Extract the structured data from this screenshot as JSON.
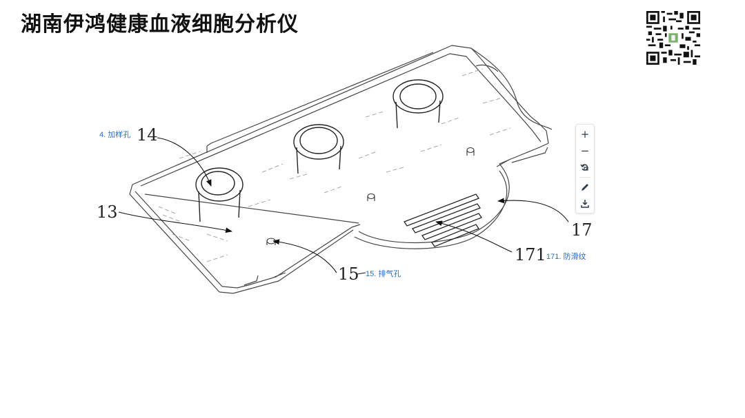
{
  "slide": {
    "title": "湖南伊鸿健康血液细胞分析仪"
  },
  "qr_code": {
    "icon": "qr-code-icon"
  },
  "figure": {
    "labels": {
      "ref_14": "14",
      "ref_13": "13",
      "ref_15": "15",
      "ref_17": "17",
      "ref_171": "171"
    },
    "annotations": {
      "note_14": "4. 加样孔",
      "note_15": "15. 排气孔",
      "note_171": "171. 防滑纹"
    }
  },
  "toolbar": {
    "zoom_in": "+",
    "zoom_out": "−",
    "rotate_icon": "rotate-icon",
    "edit_icon": "pencil-icon",
    "download_icon": "download-icon"
  }
}
